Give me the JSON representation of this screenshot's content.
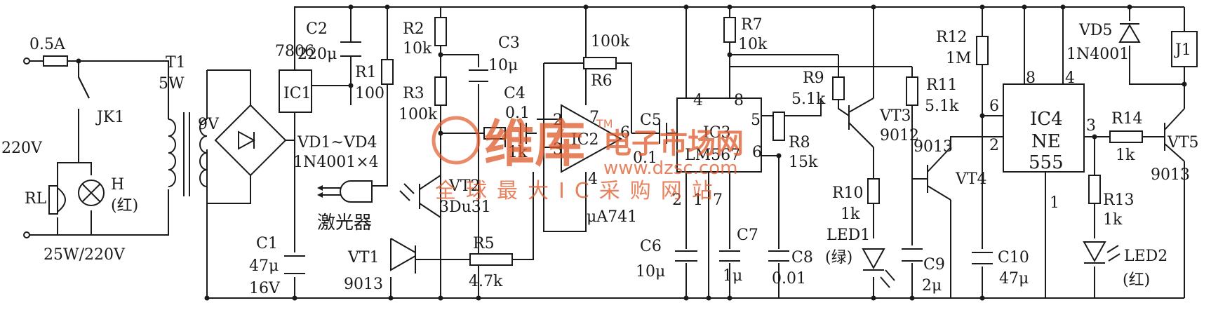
{
  "labels": {
    "fuse": "0.5A",
    "transformer": "T1",
    "transformer_power": "5W",
    "secondary_voltage": "9V",
    "mains_voltage": "220V",
    "relay_contact": "JK1",
    "doorbell": "RL",
    "lamp": "H",
    "lamp_color": "(红)",
    "lamp_rating": "25W/220V",
    "regulator": "7806",
    "ic1": "IC1",
    "c2": "C2",
    "c2_value": "220μ",
    "r1": "R1",
    "r1_value": "100",
    "bridge": "VD1~VD4",
    "bridge_value": "1N4001×4",
    "c1": "C1",
    "c1_value": "47μ",
    "c1_voltage": "16V",
    "laser": "激光器",
    "r2": "R2",
    "r2_value": "10k",
    "r3": "R3",
    "r3_value": "100k",
    "c3": "C3",
    "c3_value": "10μ",
    "c4": "C4",
    "c4_value": "0.1",
    "vt2": "VT2",
    "vt2_value": "3Du31",
    "vt1": "VT1",
    "vt1_value": "9013",
    "r5": "R5",
    "r5_value": "4.7k",
    "r4_value": "1k",
    "r6": "R6",
    "r6_value": "100k",
    "ic2": "IC2",
    "ic2_value": "μA741",
    "c5": "C5",
    "c5_value": "0.1",
    "ic3": "IC3",
    "ic3_value": "LM567",
    "r7": "R7",
    "r7_value": "10k",
    "r8": "R8",
    "r8_value": "15k",
    "c6": "C6",
    "c6_value": "10μ",
    "c7": "C7",
    "c7_value": "1μ",
    "c8": "C8",
    "c8_value": "0.01",
    "r9": "R9",
    "r9_value": "5.1k",
    "vt3": "VT3",
    "vt3_value": "9012",
    "r10": "R10",
    "r10_value": "1k",
    "led1": "LED1",
    "led1_color": "(绿)",
    "r11": "R11",
    "r11_value": "5.1k",
    "vt4": "VT4",
    "vt4_value": "9013",
    "c9": "C9",
    "c9_value": "2μ",
    "r12": "R12",
    "r12_value": "1M",
    "c10": "C10",
    "c10_value": "47μ",
    "ic4": "IC4",
    "ic4_line2": "NE",
    "ic4_line3": "555",
    "vd5": "VD5",
    "vd5_value": "1N4001",
    "j1": "J1",
    "r14": "R14",
    "r14_value": "1k",
    "vt5": "VT5",
    "vt5_value": "9013",
    "r13": "R13",
    "r13_value": "1k",
    "led2": "LED2",
    "led2_color": "(红)",
    "pins": {
      "ic2_p2": "2",
      "ic2_p3": "3",
      "ic2_p4": "4",
      "ic2_p6": "6",
      "ic2_p7": "7",
      "ic3_p4": "4",
      "ic3_p8": "8",
      "ic3_p5": "5",
      "ic3_p6": "6",
      "ic3_p2": "2",
      "ic3_p1": "1",
      "ic3_p7": "7",
      "ic4_p8": "8",
      "ic4_p4": "4",
      "ic4_p6": "6",
      "ic4_p2": "2",
      "ic4_p3": "3",
      "ic4_p1": "1"
    }
  },
  "watermark": {
    "brand": "维库",
    "brand_sub": "电子市场网",
    "url": "www.dzsc.com",
    "slogan": "全球最大IC采购网站",
    "tm": "TM"
  }
}
